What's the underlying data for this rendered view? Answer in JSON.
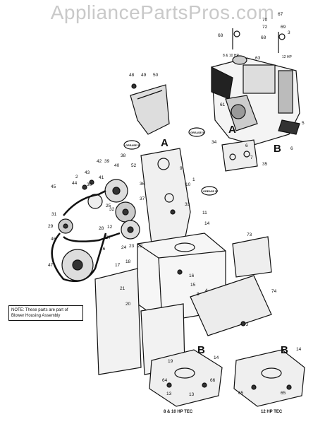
{
  "watermark": "AppliancePartsPros.com",
  "note": "NOTE: These parts are part of Blower Housing Assembly",
  "captions": {
    "left_inset": "8 & 10 HP TEC",
    "right_inset": "12 HP TEC",
    "hp_small": "8 & 10 HP",
    "hp_large": "12 HP"
  },
  "section_labels": [
    "A",
    "A",
    "B",
    "B",
    "B"
  ],
  "grease_labels": [
    "GREASE 57",
    "GREASE 57",
    "GREASE 57"
  ],
  "callouts": [
    "67",
    "70",
    "72",
    "3",
    "69",
    "68",
    "68",
    "63",
    "61",
    "5",
    "6",
    "7",
    "6",
    "35",
    "34",
    "48",
    "49",
    "50",
    "42",
    "43",
    "40",
    "39",
    "38",
    "52",
    "41",
    "44",
    "45",
    "30",
    "2",
    "31",
    "29",
    "36",
    "37",
    "10",
    "33",
    "11",
    "14",
    "25",
    "26",
    "24",
    "23",
    "22",
    "32",
    "27",
    "28",
    "46",
    "47",
    "17",
    "18",
    "21",
    "20",
    "19",
    "16",
    "15",
    "73",
    "73",
    "74",
    "64",
    "66",
    "13",
    "13",
    "65",
    "65",
    "14",
    "14",
    "9",
    "1",
    "4",
    "8",
    "12"
  ]
}
